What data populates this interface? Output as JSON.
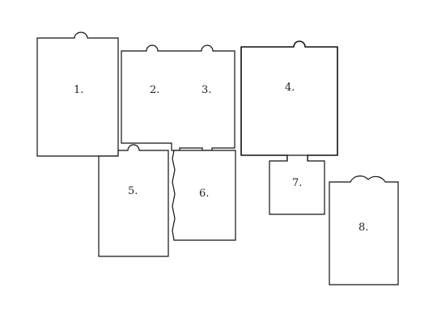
{
  "pieces": [
    {
      "id": "piece-1",
      "label": "1."
    },
    {
      "id": "piece-2",
      "label": "2."
    },
    {
      "id": "piece-3",
      "label": "3."
    },
    {
      "id": "piece-4",
      "label": "4."
    },
    {
      "id": "piece-5",
      "label": "5."
    },
    {
      "id": "piece-6",
      "label": "6."
    },
    {
      "id": "piece-7",
      "label": "7."
    },
    {
      "id": "piece-8",
      "label": "8."
    }
  ],
  "colors": {
    "stroke": "#111111",
    "fill": "#ffffff",
    "background": "#ffffff"
  }
}
